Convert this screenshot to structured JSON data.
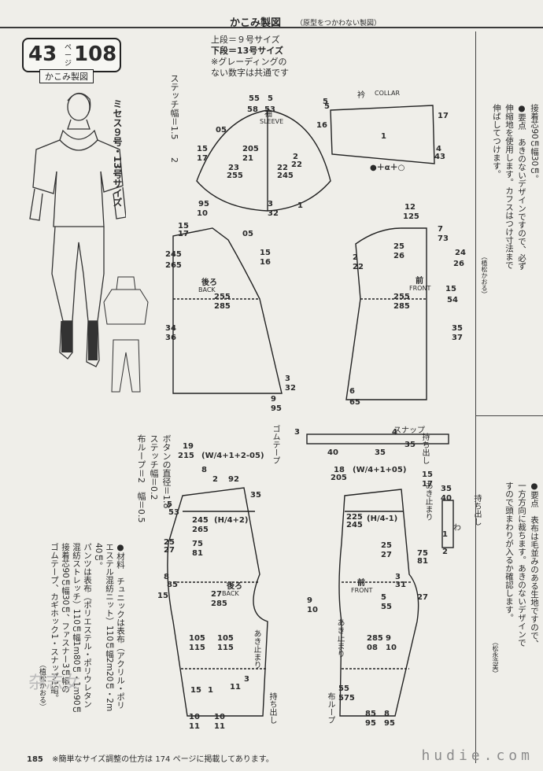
{
  "header": {
    "title": "かこみ製図",
    "subtitle": "（原型をつかわない製図）"
  },
  "badge": {
    "page_number": "43",
    "page_unit": "ページ",
    "pattern_number": "108",
    "label": "かこみ製図"
  },
  "size_notes": {
    "upper": "上段＝９号サイズ",
    "lower": "下段＝13号サイズ",
    "note": "※グレーディングの",
    "note2": "ない数字は共通です"
  },
  "model_label": "ミセス９号・13号サイズ",
  "stitch_label": "ステッチ幅＝1.5",
  "stitch_label2": "2",
  "collar": {
    "title": "衿",
    "title_en": "COLLAR",
    "dims": [
      "5",
      "17",
      "16",
      "1",
      "4",
      "43",
      "●＋α＋○"
    ]
  },
  "sleeve": {
    "title": "袖",
    "title_en": "SLEEVE",
    "dims": [
      "5",
      "55",
      "58",
      "5",
      "53",
      "05",
      "15",
      "17",
      "205",
      "21",
      "23",
      "255",
      "22",
      "245",
      "2",
      "22",
      "3",
      "32",
      "1"
    ]
  },
  "back": {
    "title": "後ろ",
    "title_en": "BACK",
    "dims": [
      "95",
      "10",
      "15",
      "17",
      "05",
      "245",
      "265",
      "15",
      "16",
      "255",
      "285",
      "34",
      "36",
      "3",
      "32",
      "9",
      "95"
    ]
  },
  "front": {
    "title": "前",
    "title_en": "FRONT",
    "dims": [
      "12",
      "125",
      "7",
      "73",
      "2",
      "22",
      "25",
      "26",
      "24",
      "26",
      "15",
      "54",
      "255",
      "285",
      "35",
      "37",
      "6",
      "65"
    ]
  },
  "right_notes": {
    "text1": "接着芯90㎝幅30㎝。",
    "text2": "●要点　あきのないデザインですので、必ず",
    "text3": "伸縮地を使用します。カフスはつけ寸法まで",
    "text4": "伸ばしてつけます。",
    "credit1": "（植松かおる）",
    "text5": "●要点　表布は毛並みのある生地ですので、",
    "text6": "一方方向に裁ちます。あきのないデザインで",
    "text7": "すので頭まわりが入るか確認します。",
    "credit2": "（松永浩美）"
  },
  "snap": {
    "label": "スナップ",
    "label2": "持ち出し",
    "label3": "ゴムテープ",
    "dims": [
      "3",
      "35",
      "40",
      "35",
      "4"
    ]
  },
  "materials": {
    "title": "●材料　チュニックは表布（アクリル・ポリ",
    "line2": "エステル混紡ニット）110㎝幅2m20㎝・2m",
    "line3": "40㎝。",
    "line4": "パンツは表布（ポリエステル・ポリウレタン",
    "line5": "混紡ストレッチ）110㎝幅1m80㎝・1m90㎝",
    "line6": "接着芯90㎝幅30㎝、ファスナー3㎝幅の",
    "line7": "ゴムテープ、カギホック1・スナップ1組。",
    "credit": "（植松かおる）"
  },
  "button_notes": {
    "l1": "ボタンの直径＝1.8",
    "l2": "ステッチ幅＝0.2",
    "l3": "布ループ＝2　幅＝0.5",
    "l4": "0.6"
  },
  "pants_back": {
    "title": "後ろ",
    "title_en": "BACK",
    "dims": [
      "19",
      "215",
      "(W/4+1+2-05)",
      "8",
      "92",
      "2",
      "35",
      "5",
      "53",
      "245",
      "265",
      "(H/4+2)",
      "25",
      "27",
      "75",
      "81",
      "8",
      "85",
      "15",
      "27",
      "285",
      "105",
      "115",
      "105",
      "115",
      "15",
      "1",
      "10",
      "11",
      "10",
      "11",
      "11",
      "3"
    ]
  },
  "pants_front": {
    "title": "前",
    "title_en": "FRONT",
    "dims": [
      "18",
      "205",
      "(W/4+1+05)",
      "15",
      "17",
      "225",
      "245",
      "(H/4-1)",
      "25",
      "27",
      "75",
      "81",
      "3",
      "31",
      "5",
      "55",
      "27",
      "285",
      "08",
      "9",
      "10",
      "9",
      "10",
      "55",
      "575",
      "85",
      "95",
      "8",
      "95"
    ]
  },
  "pants_labels": {
    "akidomari": "あき止まり",
    "mochidashi": "持ち出し",
    "nunoloop": "布ループ",
    "wa": "わ",
    "dims_misc": [
      "35",
      "40",
      "2",
      "1"
    ]
  },
  "footer": {
    "page": "185",
    "note": "※簡単なサイズ調整の仕方は 174 ページに掲載してあります。"
  },
  "watermark": "hudie.com",
  "watermark2": "杂志女"
}
